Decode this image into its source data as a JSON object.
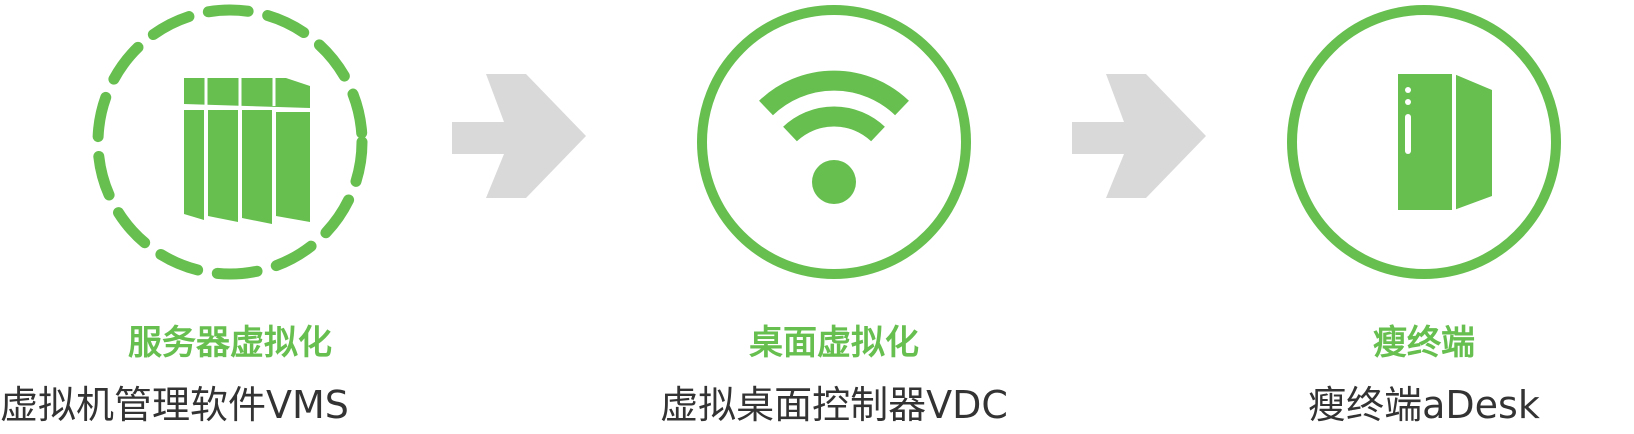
{
  "colors": {
    "accent": "#66bf4f",
    "arrow": "#d9d9d9",
    "text": "#333333"
  },
  "steps": [
    {
      "title": "服务器虚拟化",
      "subtitle": "虚拟机管理软件VMS",
      "icon": "server-rack-icon"
    },
    {
      "title": "桌面虚拟化",
      "subtitle": "虚拟桌面控制器VDC",
      "icon": "wifi-icon"
    },
    {
      "title": "瘦终端",
      "subtitle": "瘦终端aDesk",
      "icon": "thin-client-icon"
    }
  ]
}
